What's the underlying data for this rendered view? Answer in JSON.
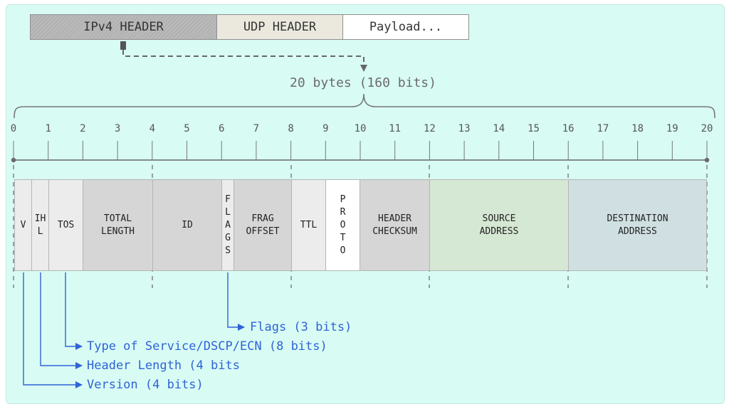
{
  "top_boxes": {
    "ipv4": "IPv4 HEADER",
    "udp": "UDP HEADER",
    "payload": "Payload..."
  },
  "size_label": "20 bytes (160 bits)",
  "ticks": [
    "0",
    "1",
    "2",
    "3",
    "4",
    "5",
    "6",
    "7",
    "8",
    "9",
    "10",
    "11",
    "12",
    "13",
    "14",
    "15",
    "16",
    "17",
    "18",
    "19",
    "20"
  ],
  "fields": {
    "version": "V",
    "ihl": "IH\nL",
    "tos": "TOS",
    "total_length": "TOTAL\nLENGTH",
    "id": "ID",
    "flags": "F\nL\nA\nG\nS",
    "frag_offset": "FRAG\nOFFSET",
    "ttl": "TTL",
    "proto": "P\nR\nO\nT\nO",
    "header_checksum": "HEADER\nCHECKSUM",
    "source_address": "SOURCE\nADDRESS",
    "destination_address": "DESTINATION\nADDRESS"
  },
  "annotations": {
    "flags": "Flags (3 bits)",
    "tos": "Type of Service/DSCP/ECN (8 bits)",
    "ihl": "Header Length (4 bits",
    "version": "Version (4 bits)"
  },
  "colors": {
    "background": "#d8fbf4",
    "ipv4_header": "#b9b9b9",
    "udp_header": "#ebe9de",
    "payload": "#ffffff",
    "annotation_blue": "#2f63d6",
    "source_address": "#d5e8d3",
    "destination_address": "#d0e0e2"
  }
}
